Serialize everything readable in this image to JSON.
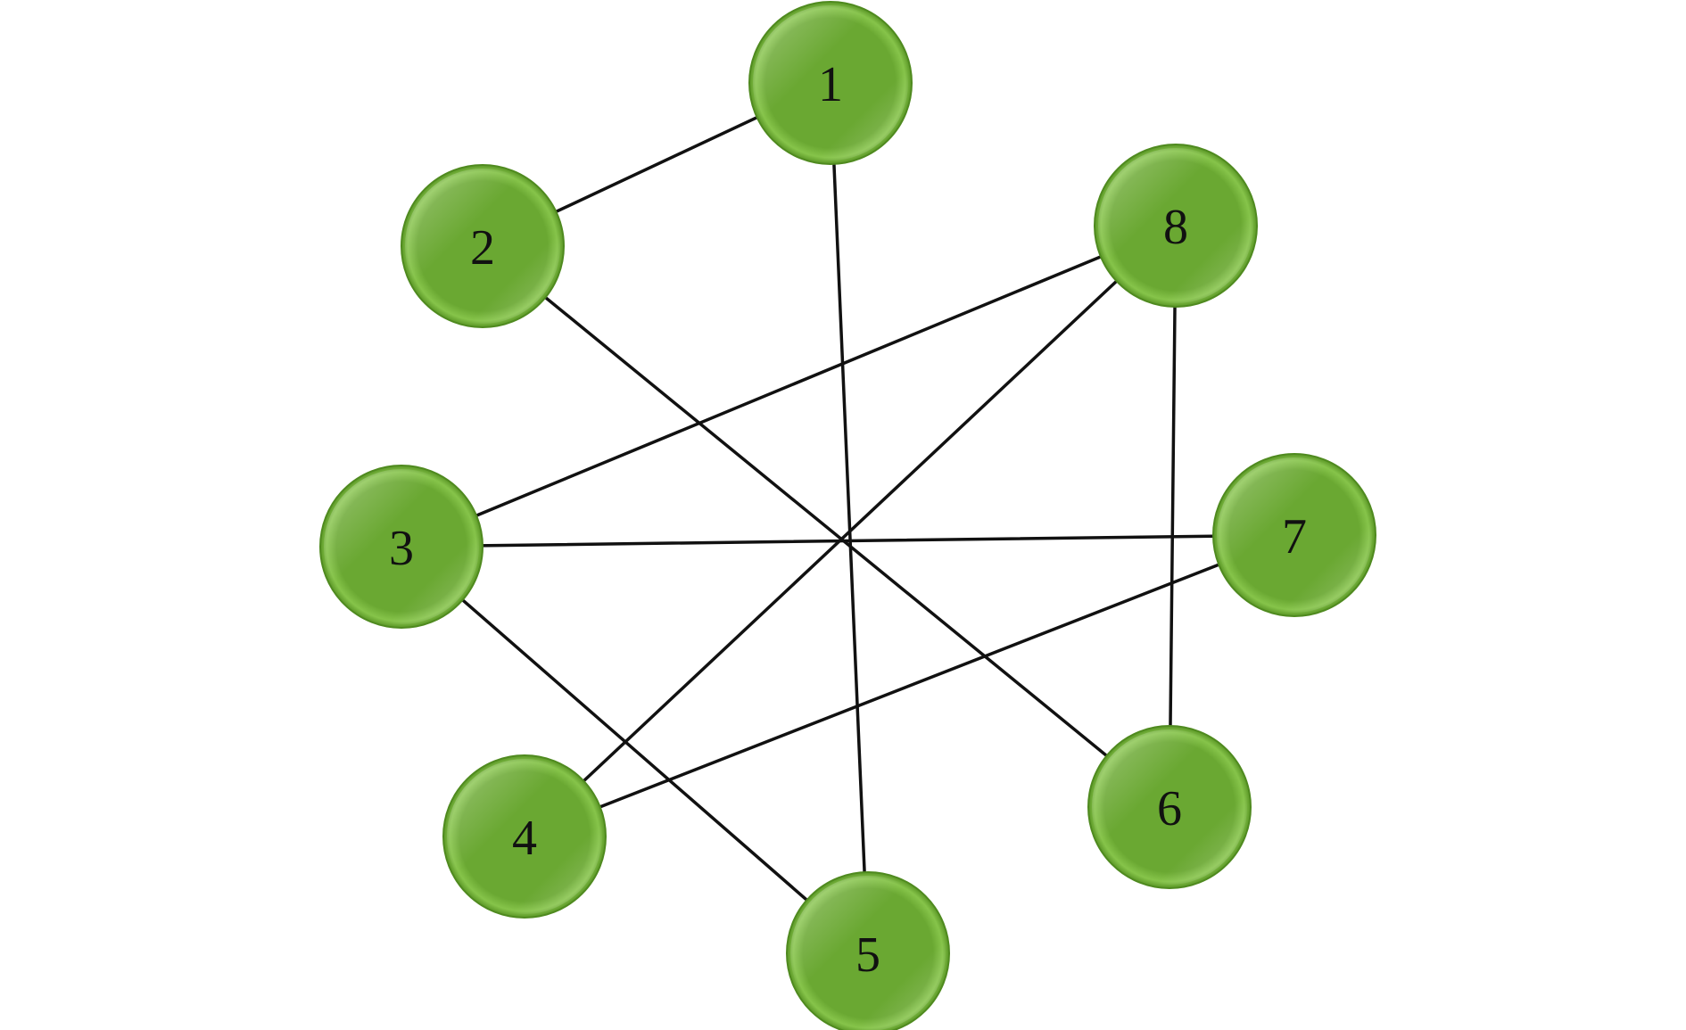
{
  "graph": {
    "node_color": "#6aa832",
    "node_edge_color": "#4f8a1f",
    "edge_color": "#111111",
    "nodes": [
      {
        "id": "1",
        "label": "1"
      },
      {
        "id": "2",
        "label": "2"
      },
      {
        "id": "3",
        "label": "3"
      },
      {
        "id": "4",
        "label": "4"
      },
      {
        "id": "5",
        "label": "5"
      },
      {
        "id": "6",
        "label": "6"
      },
      {
        "id": "7",
        "label": "7"
      },
      {
        "id": "8",
        "label": "8"
      }
    ],
    "edges": [
      [
        "1",
        "2"
      ],
      [
        "1",
        "5"
      ],
      [
        "2",
        "6"
      ],
      [
        "3",
        "8"
      ],
      [
        "3",
        "7"
      ],
      [
        "3",
        "5"
      ],
      [
        "4",
        "8"
      ],
      [
        "4",
        "7"
      ],
      [
        "8",
        "6"
      ]
    ]
  }
}
